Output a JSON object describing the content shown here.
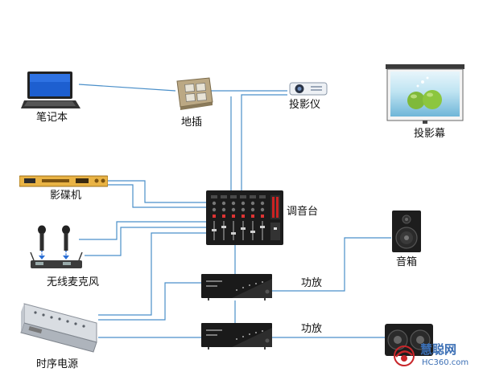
{
  "labels": {
    "laptop": "笔记本",
    "floor_socket": "地插",
    "projector": "投影仪",
    "screen": "投影幕",
    "dvd": "影碟机",
    "mics": "无线麦克风",
    "mixer": "调音台",
    "speaker": "音箱",
    "amp1": "功放",
    "amp2": "功放",
    "sequencer": "时序电源"
  },
  "watermark": {
    "brand": "慧聪网",
    "url": "HC360.com"
  },
  "colors": {
    "wire": "#4a8fc9",
    "device_dark": "#1c1c1c",
    "dvd_gold": "#e9b344",
    "screen_frame": "#3a3a3a",
    "watermark_red": "#c8262a",
    "watermark_blue": "#3b6fb5"
  }
}
